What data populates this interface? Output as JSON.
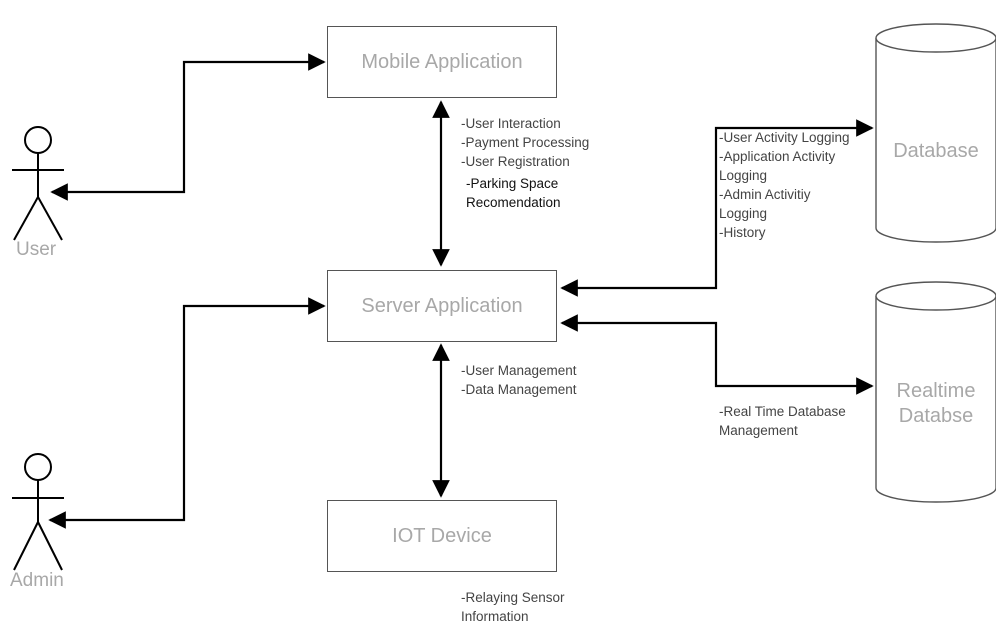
{
  "nodes": {
    "mobile_app": "Mobile Application",
    "server_app": "Server Application",
    "iot_device": "IOT Device",
    "database": "Database",
    "realtime_db_line1": "Realtime",
    "realtime_db_line2": "Databse"
  },
  "actors": {
    "user": "User",
    "admin": "Admin"
  },
  "notes": {
    "mobile_server": [
      "-User Interaction",
      "-Payment Processing",
      "-User Registration"
    ],
    "mobile_server_extra": [
      "-Parking Space",
      "Recomendation"
    ],
    "database": [
      "-User Activity Logging",
      "-Application Activity",
      "Logging",
      "-Admin Activitiy",
      "Logging",
      "-History"
    ],
    "server_iot": [
      "-User Management",
      "-Data Management"
    ],
    "realtime": [
      "-Real Time Database",
      "Management"
    ],
    "iot": [
      "-Relaying Sensor",
      "Information"
    ]
  },
  "colors": {
    "line": "#000000",
    "box_border": "#555555",
    "node_text": "#a8a8a8",
    "note_text": "#444444"
  }
}
